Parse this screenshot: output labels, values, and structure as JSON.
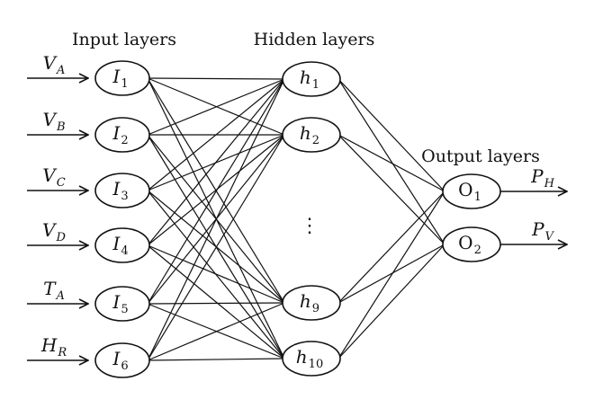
{
  "titles": {
    "input": "Input layers",
    "hidden": "Hidden layers",
    "output": "Output layers"
  },
  "input_variables": [
    {
      "main": "V",
      "sub": "A"
    },
    {
      "main": "V",
      "sub": "B"
    },
    {
      "main": "V",
      "sub": "C"
    },
    {
      "main": "V",
      "sub": "D"
    },
    {
      "main": "T",
      "sub": "A"
    },
    {
      "main": "H",
      "sub": "R"
    }
  ],
  "input_nodes": [
    {
      "main": "I",
      "sub": "1"
    },
    {
      "main": "I",
      "sub": "2"
    },
    {
      "main": "I",
      "sub": "3"
    },
    {
      "main": "I",
      "sub": "4"
    },
    {
      "main": "I",
      "sub": "5"
    },
    {
      "main": "I",
      "sub": "6"
    }
  ],
  "hidden_nodes": [
    {
      "main": "h",
      "sub": "1"
    },
    {
      "main": "h",
      "sub": "2"
    },
    {
      "main": "h",
      "sub": "9"
    },
    {
      "main": "h",
      "sub": "10"
    }
  ],
  "hidden_ellipsis": "⋮",
  "output_nodes": [
    {
      "main": "O",
      "sub": "1"
    },
    {
      "main": "O",
      "sub": "2"
    }
  ],
  "output_variables": [
    {
      "main": "P",
      "sub": "H"
    },
    {
      "main": "P",
      "sub": "V"
    }
  ]
}
